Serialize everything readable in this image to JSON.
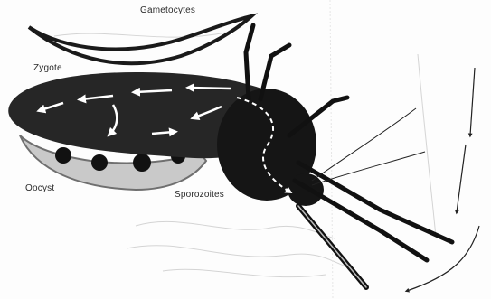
{
  "labels": {
    "gametocytes": "Gametocytes",
    "zygote": "Zygote",
    "oocyst": "Oocyst",
    "sporozoites": "Sporozoites"
  },
  "colors": {
    "body": "#161616",
    "midgut": "#2e2e2e",
    "oocyst_wall": "#7a7a7a",
    "oocyst_fill": "#c9c9c9",
    "path_arrows": "#ffffff",
    "skin_lines": "#cfcfcf"
  }
}
